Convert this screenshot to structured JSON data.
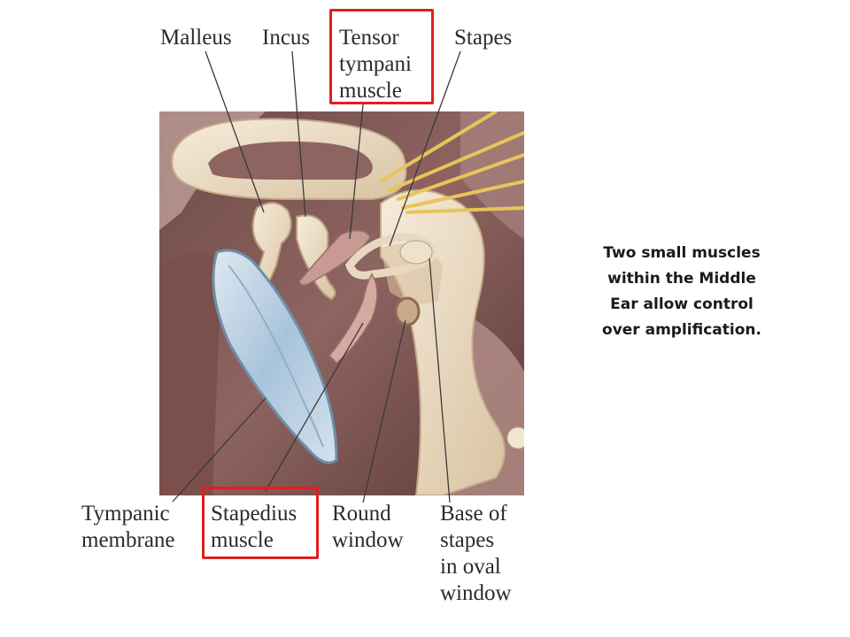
{
  "labels": {
    "malleus": "Malleus",
    "incus": "Incus",
    "tensor_tympani": "Tensor\ntympani\nmuscle",
    "stapes": "Stapes",
    "tympanic_membrane": "Tympanic\nmembrane",
    "stapedius": "Stapedius\nmuscle",
    "round_window": "Round\nwindow",
    "base_of_stapes": "Base of\nstapes\nin oval\nwindow"
  },
  "caption": "Two small muscles\nwithin the Middle\nEar allow control\nover amplification.",
  "colors": {
    "highlight": "#e01f1f",
    "bone": "#efe3cf",
    "tissue": "#8a5b56",
    "membrane": "#b9cfe0",
    "nerve": "#e8c45a"
  }
}
